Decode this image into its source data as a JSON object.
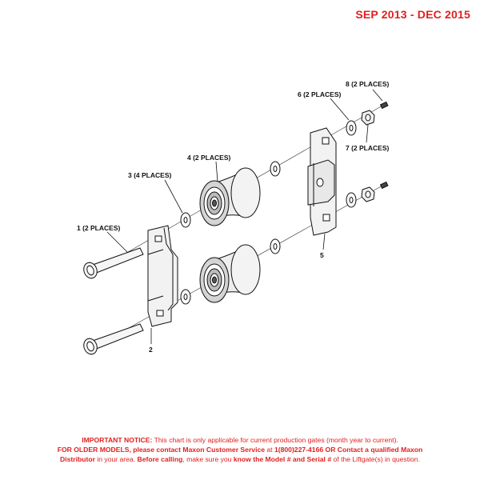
{
  "header": {
    "date_range": "SEP 2013 - DEC 2015"
  },
  "callouts": {
    "c1": "1 (2 PLACES)",
    "c2": "2",
    "c3": "3 (4 PLACES)",
    "c4": "4 (2 PLACES)",
    "c5": "5",
    "c6": "6 (2 PLACES)",
    "c7": "7 (2 PLACES)",
    "c8": "8 (2 PLACES)"
  },
  "notice": {
    "label": "IMPORTANT NOTICE:",
    "text1": " This chart is only applicable for current production gates (month year to current).",
    "older_label": "FOR OLDER MODELS, please contact Maxon Customer Service",
    "at": " at ",
    "phone": "1(800)227-4166",
    "or_contact": " OR Contact a qualified Maxon",
    "distributor": "Distributor",
    "in_area": " in your area. ",
    "before": "Before calling",
    "make_sure": ", make sure you ",
    "know": "know the Model # and Serial #",
    "tail": " of the Liftgate(s) in question."
  },
  "colors": {
    "accent": "#e02020",
    "line": "#111111"
  }
}
